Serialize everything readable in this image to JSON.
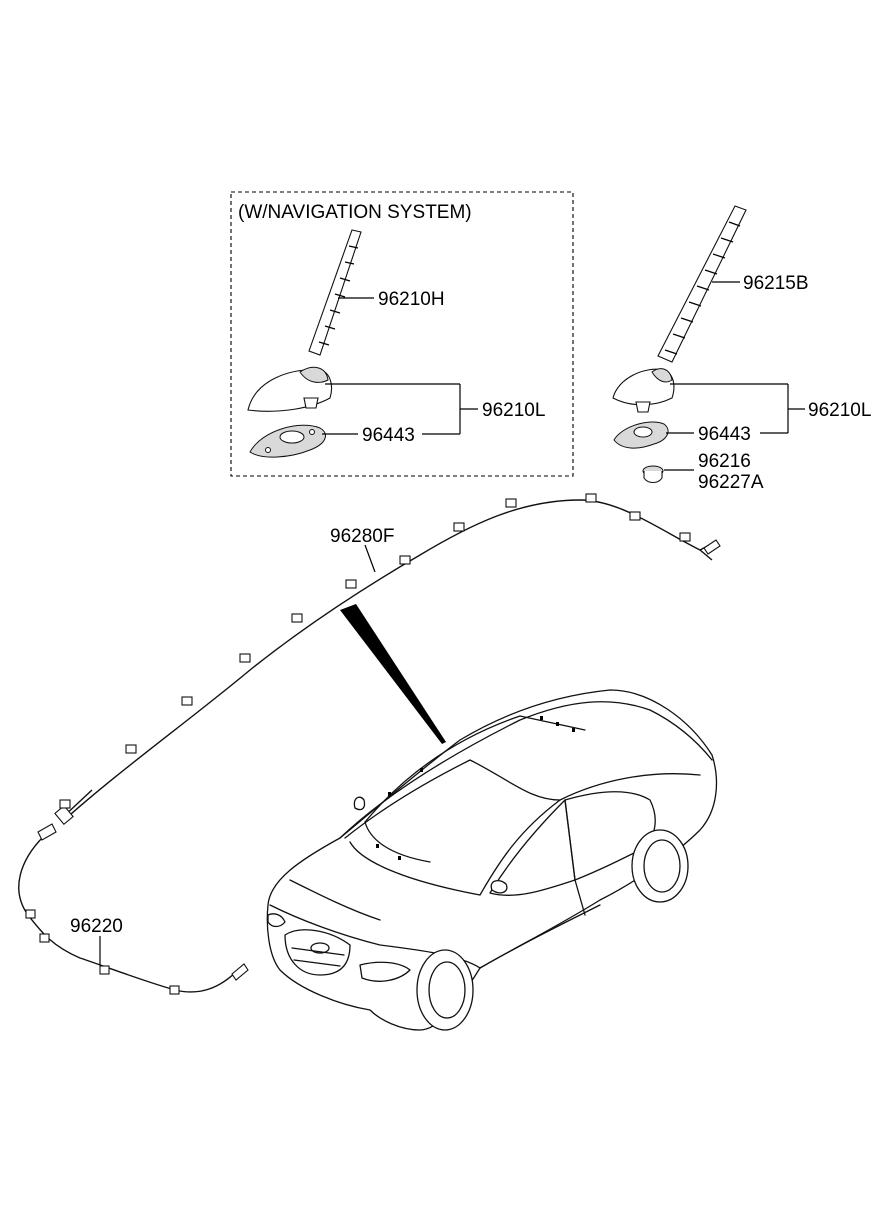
{
  "box_title": "(W/NAVIGATION SYSTEM)",
  "labels": {
    "nav_antenna_rod": "96210H",
    "nav_antenna_assy": "96210L",
    "nav_gasket": "96443",
    "antenna_rod": "96215B",
    "antenna_assy": "96210L",
    "gasket": "96443",
    "nut": "96216",
    "bolt": "96227A",
    "roof_cable": "96280F",
    "feeder_cable": "96220"
  }
}
